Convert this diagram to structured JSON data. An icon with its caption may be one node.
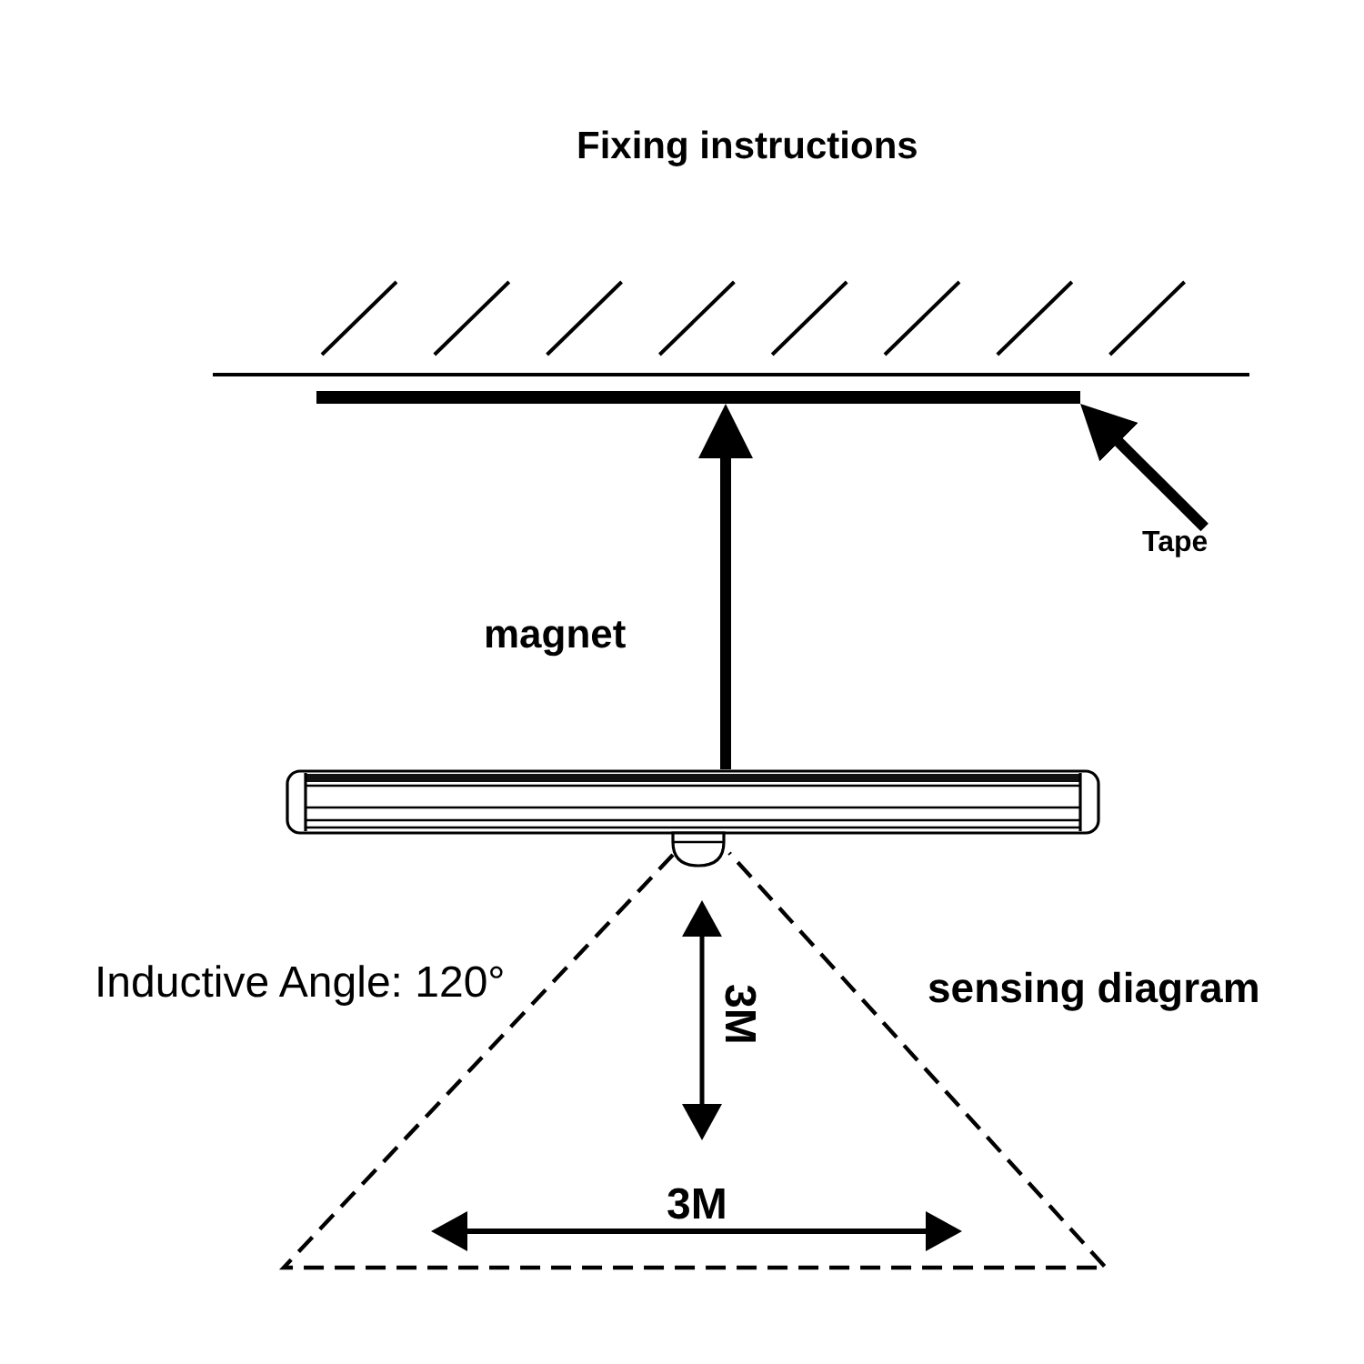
{
  "diagram": {
    "title": "Fixing instructions",
    "nodes": [
      {
        "text": [],
        "shape": "bar"
      },
      {
        "text": [
          "Tape"
        ]
      },
      {
        "text": [],
        "shape": "picture"
      }
    ],
    "edges": [
      {
        "from": 1,
        "to": 0,
        "arrow": "to"
      },
      {
        "from": 2,
        "to": 0,
        "arrow": "to",
        "label": "magnet"
      }
    ],
    "labels": [
      "Inductive Angle: 120°",
      "3M",
      "sensing diagram",
      "3M"
    ]
  }
}
